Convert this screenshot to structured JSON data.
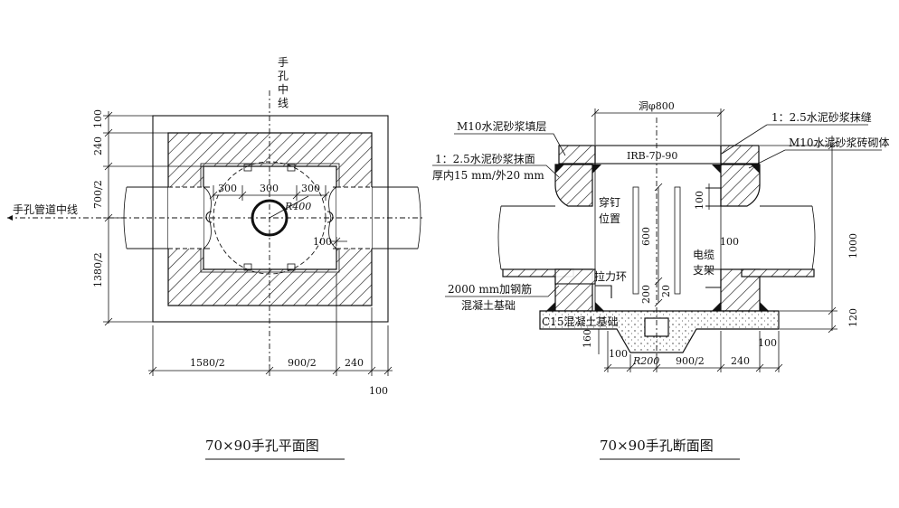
{
  "plan": {
    "title": "70×90手孔平面图",
    "centerline_label": [
      "手",
      "孔",
      "中",
      "线"
    ],
    "pipe_axis_label": "手孔管道中线",
    "left_dims": [
      "100",
      "240",
      "700/2",
      "1380/2"
    ],
    "bottom_dims": [
      "1580/2",
      "900/2",
      "240",
      "100"
    ],
    "inner_dims": [
      "300",
      "300",
      "300"
    ],
    "radius_label": "R400",
    "gap_label": "100"
  },
  "section": {
    "title": "70×90手孔断面图",
    "hole_label": "洞φ800",
    "cover_label": "IRB-70-90",
    "labels": {
      "fill_layer": "M10水泥砂浆填层",
      "plaster": "1：2.5水泥砂浆抹面",
      "plaster_thickness": "厚内15 mm/外20 mm",
      "joint": "1：2.5水泥砂浆抹缝",
      "brick": "M10水泥砂浆砖砌体",
      "nail_1": "穿钉",
      "nail_2": "位置",
      "pull_ring": "拉力环",
      "bracket_1": "电缆",
      "bracket_2": "支架",
      "rebar": "2000 mm加钢筋",
      "concrete_base": "混凝土基础",
      "c15": "C15混凝土基础"
    },
    "dims": {
      "d600": "600",
      "d200": "200",
      "d20": "20",
      "d100_top": "100",
      "d100_mid": "100",
      "d1000": "1000",
      "d120": "120",
      "d160": "160",
      "d100_base": "100",
      "d100_right": "100",
      "r200": "R200",
      "d900_2": "900/2",
      "d240": "240"
    }
  }
}
